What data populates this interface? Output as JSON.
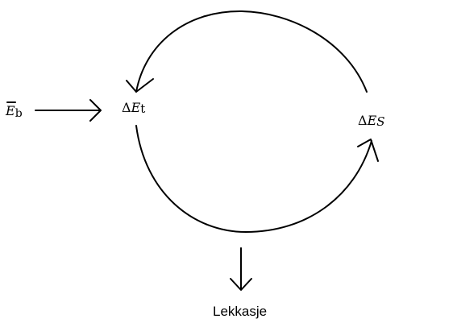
{
  "nodes": {
    "input": {
      "symbol": "E",
      "subscript": "b"
    },
    "delta_t": {
      "delta": "Δ",
      "symbol": "E",
      "subscript": "t"
    },
    "delta_s": {
      "delta": "Δ",
      "symbol": "E",
      "subscript": "S"
    }
  },
  "output_label": "Lekkasje"
}
